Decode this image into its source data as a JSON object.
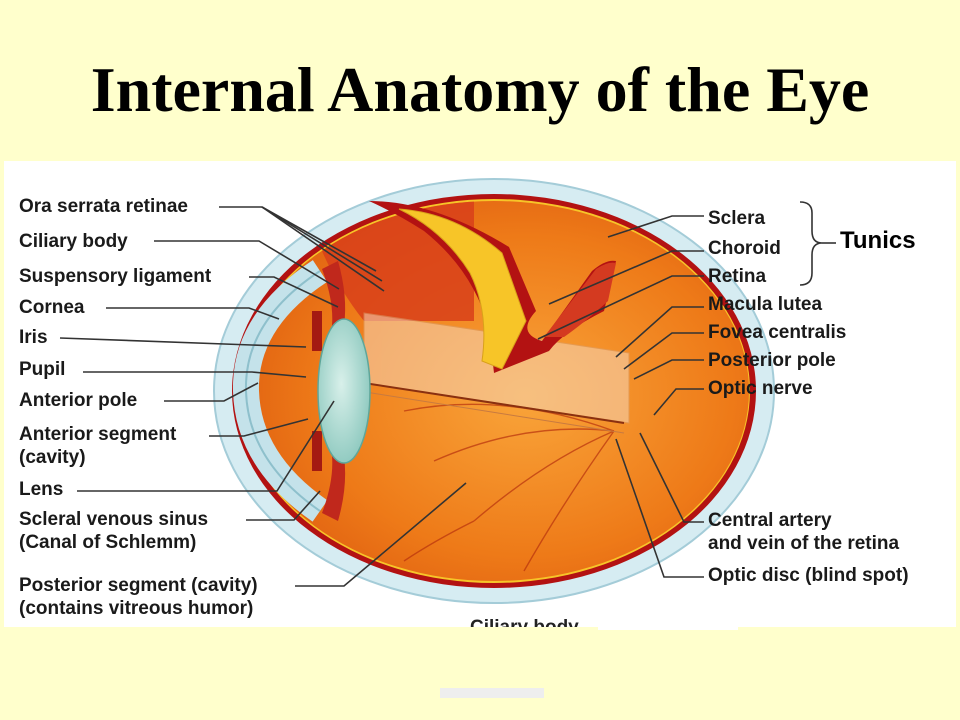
{
  "title": "Internal Anatomy of the Eye",
  "labels": {
    "left": {
      "ora_serrata": "Ora serrata retinae",
      "ciliary_body": "Ciliary body",
      "suspensory": "Suspensory ligament",
      "cornea": "Cornea",
      "iris": "Iris",
      "pupil": "Pupil",
      "anterior_pole": "Anterior pole",
      "anterior_segment_1": "Anterior segment",
      "anterior_segment_2": "(cavity)",
      "lens": "Lens",
      "scleral_sinus_1": "Scleral venous sinus",
      "scleral_sinus_2": "(Canal of Schlemm)",
      "posterior_segment_1": "Posterior segment (cavity)",
      "posterior_segment_2": "(contains vitreous humor)"
    },
    "right": {
      "sclera": "Sclera",
      "choroid": "Choroid",
      "retina": "Retina",
      "macula": "Macula lutea",
      "fovea": "Fovea centralis",
      "posterior_pole": "Posterior pole",
      "optic_nerve": "Optic nerve",
      "central_artery_1": "Central artery",
      "central_artery_2": "and vein of the retina",
      "optic_disc": "Optic disc (blind spot)"
    },
    "tunics": "Tunics",
    "bottom_cut": "Ciliary body"
  },
  "colors": {
    "background": "#FFFFCC",
    "panel": "#FFFFFF",
    "sclera": "#D6ECF2",
    "choroid": "#B31212",
    "retina_yellow": "#F7C528",
    "vitreous": "#EE7A18",
    "lens": "#A9D9D0",
    "line": "#333333"
  }
}
